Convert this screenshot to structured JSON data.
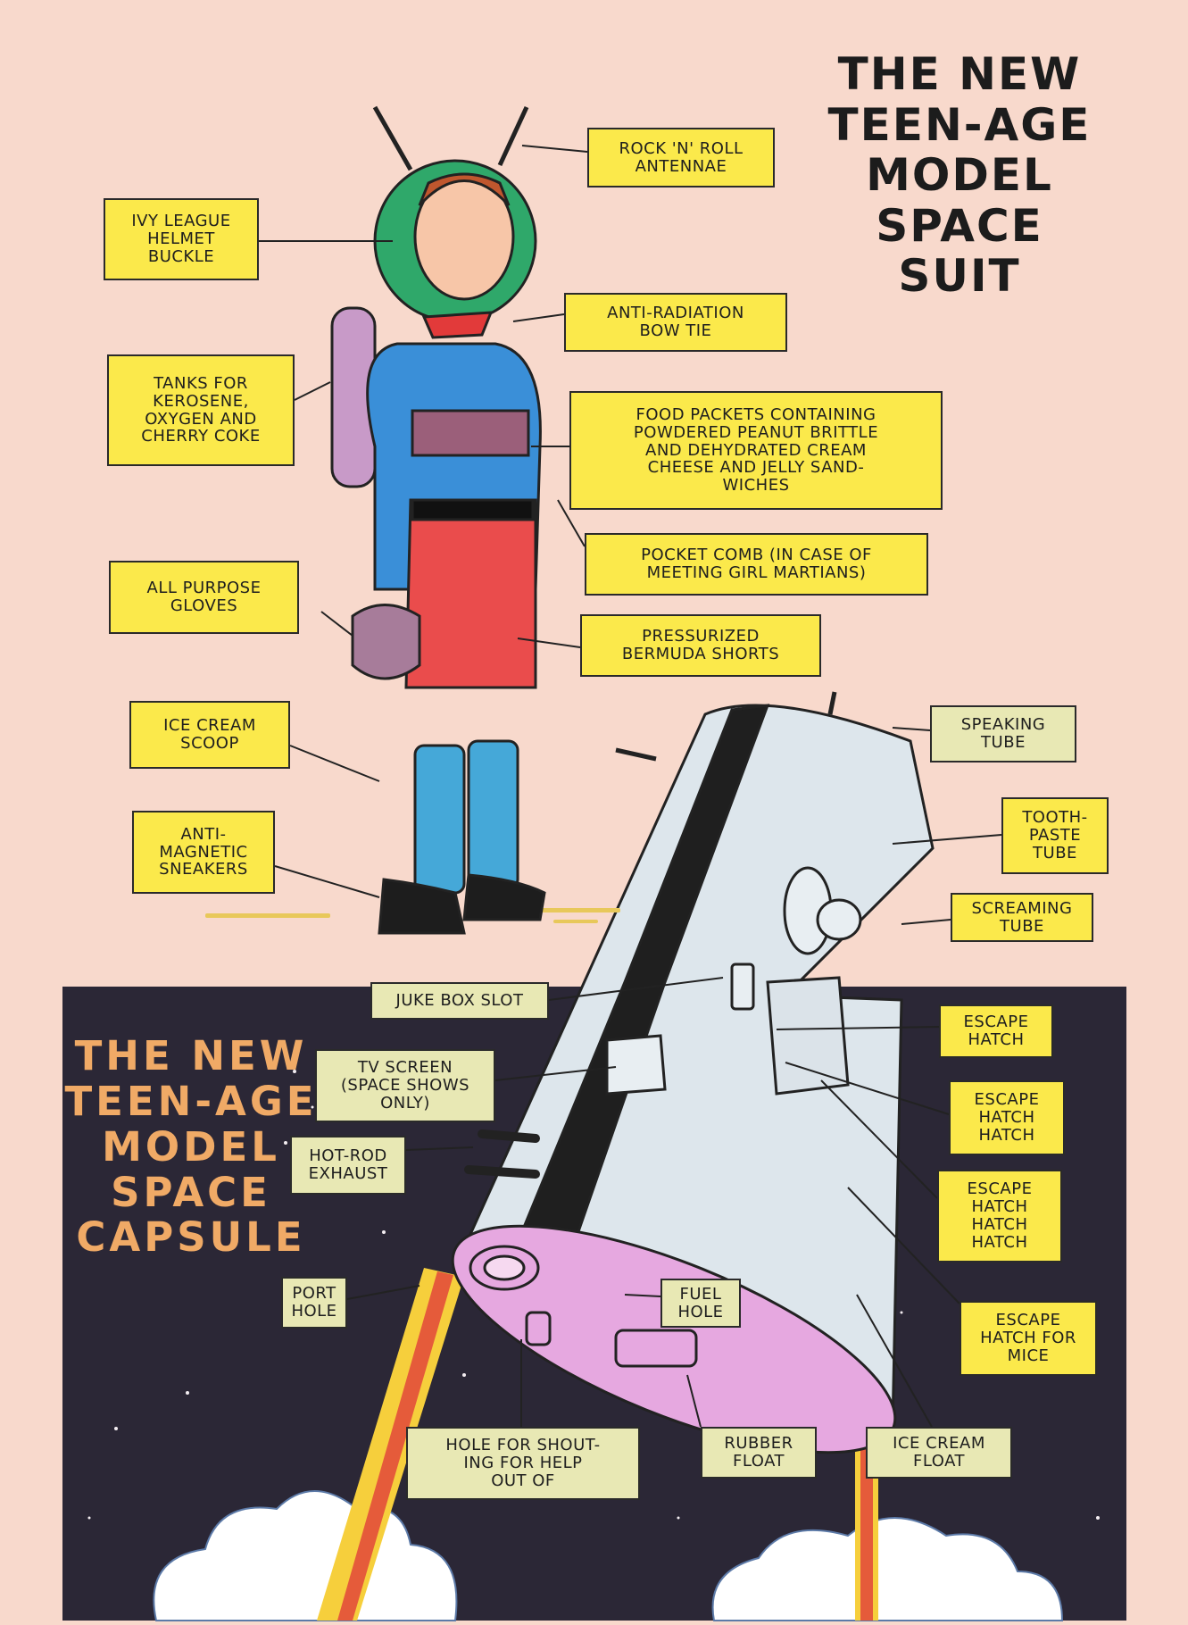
{
  "suit": {
    "title": [
      "THE NEW",
      "TEEN-AGE",
      "MODEL",
      "SPACE",
      "SUIT"
    ],
    "labels": {
      "rock_antennae": "ROCK 'N' ROLL\nANTENNAE",
      "helmet_buckle": "IVY LEAGUE\nHELMET\nBUCKLE",
      "bow_tie": "ANTI-RADIATION\nBOW TIE",
      "tanks": "TANKS FOR\nKEROSENE,\nOXYGEN AND\nCHERRY COKE",
      "food_packets": "FOOD PACKETS CONTAINING\nPOWDERED PEANUT BRITTLE\nAND DEHYDRATED CREAM\nCHEESE AND JELLY SAND-\nWICHES",
      "pocket_comb": "POCKET COMB (IN CASE OF\nMEETING GIRL MARTIANS)",
      "gloves": "ALL PURPOSE\nGLOVES",
      "shorts": "PRESSURIZED\nBERMUDA SHORTS",
      "scoop": "ICE CREAM\nSCOOP",
      "sneakers": "ANTI-\nMAGNETIC\nSNEAKERS"
    }
  },
  "capsule": {
    "title": [
      "THE NEW",
      "TEEN-AGE",
      "MODEL",
      "SPACE",
      "CAPSULE"
    ],
    "labels": {
      "speaking_tube": "SPEAKING\nTUBE",
      "toothpaste_tube": "TOOTH-\nPASTE\nTUBE",
      "screaming_tube": "SCREAMING\nTUBE",
      "juke_box_slot": "JUKE BOX SLOT",
      "escape_hatch": "ESCAPE\nHATCH",
      "tv_screen": "TV SCREEN\n(SPACE SHOWS\nONLY)",
      "escape_hatch_hatch": "ESCAPE\nHATCH\nHATCH",
      "hot_rod_exhaust": "HOT-ROD\nEXHAUST",
      "escape_hatch_hatch_hatch": "ESCAPE\nHATCH\nHATCH\nHATCH",
      "port_hole": "PORT\nHOLE",
      "fuel_hole": "FUEL\nHOLE",
      "escape_hatch_mice": "ESCAPE\nHATCH FOR\nMICE",
      "hole_shouting": "HOLE FOR SHOUT-\nING FOR HELP\nOUT OF",
      "rubber_float": "RUBBER\nFLOAT",
      "ice_cream_float": "ICE CREAM\nFLOAT"
    }
  },
  "colors": {
    "page_bg": "#f8d9cc",
    "label_yellow": "#fbe94b",
    "label_pale": "#e8e8b4",
    "space_bg": "#2b2736",
    "capsule_title": "#f0aa66",
    "helmet": "#2fa86a",
    "shirt": "#3a8fd8",
    "shorts": "#ea4c4c",
    "capsule_body": "#dde6ec",
    "capsule_base": "#e6a8e0"
  }
}
